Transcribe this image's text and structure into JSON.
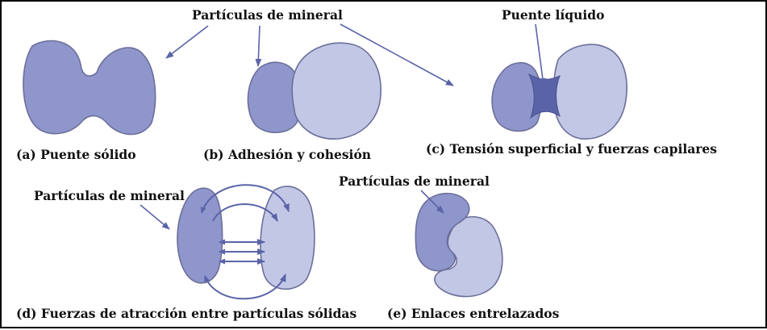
{
  "colors": {
    "particle_dark": "#8f96cc",
    "particle_light": "#c3c7e6",
    "liquid_bridge": "#5b63a8",
    "arrow": "#5b63a8",
    "border": "#000000"
  },
  "labels": {
    "particulas_top": "Partículas de mineral",
    "puente_liquido": "Puente líquido",
    "caption_a": "(a) Puente sólido",
    "caption_b": "(b) Adhesión y cohesión",
    "caption_c": "(c) Tensión superficial y fuerzas capilares",
    "particulas_d": "Partículas de mineral",
    "particulas_e": "Partículas de mineral",
    "caption_d": "(d) Fuerzas de atracción entre partículas sólidas",
    "caption_e": "(e) Enlaces entrelazados"
  }
}
